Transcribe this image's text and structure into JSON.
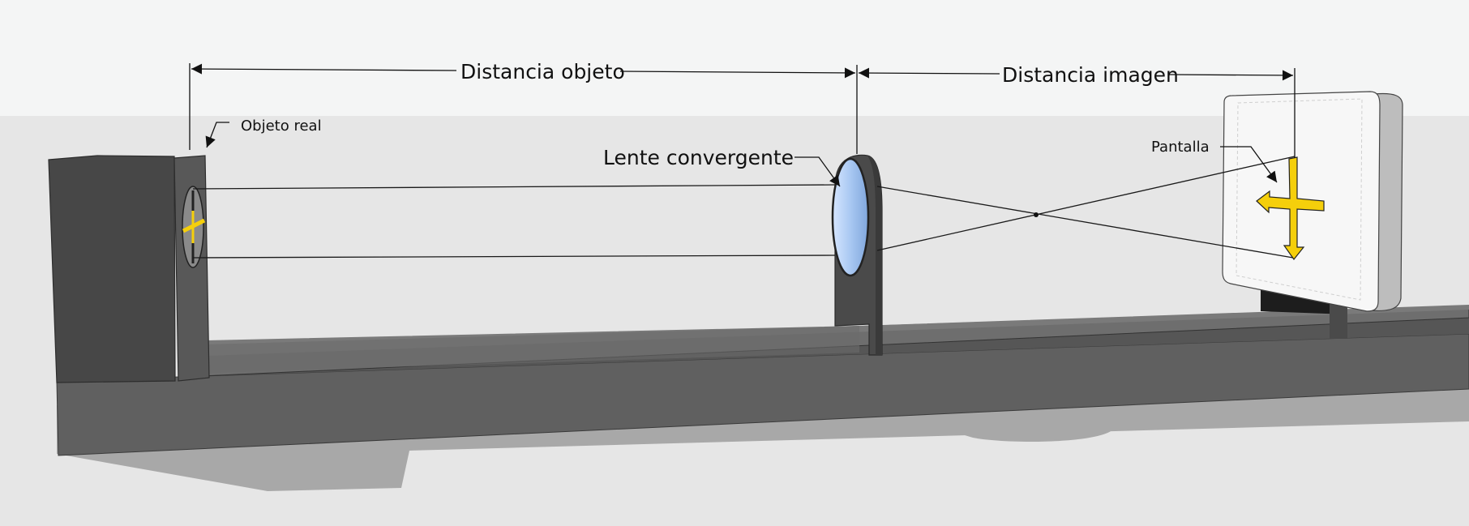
{
  "labels": {
    "distancia_objeto": "Distancia objeto",
    "distancia_imagen": "Distancia imagen",
    "objeto_real": "Objeto real",
    "lente_convergente": "Lente convergente",
    "pantalla": "Pantalla"
  },
  "colors": {
    "sky": "#f4f5f5",
    "ground": "#e6e6e6",
    "bench_dark": "#5a5a5a",
    "lens": "#a9c8f2",
    "arrow": "#f5cf0b",
    "screen": "#f7f7f7"
  }
}
